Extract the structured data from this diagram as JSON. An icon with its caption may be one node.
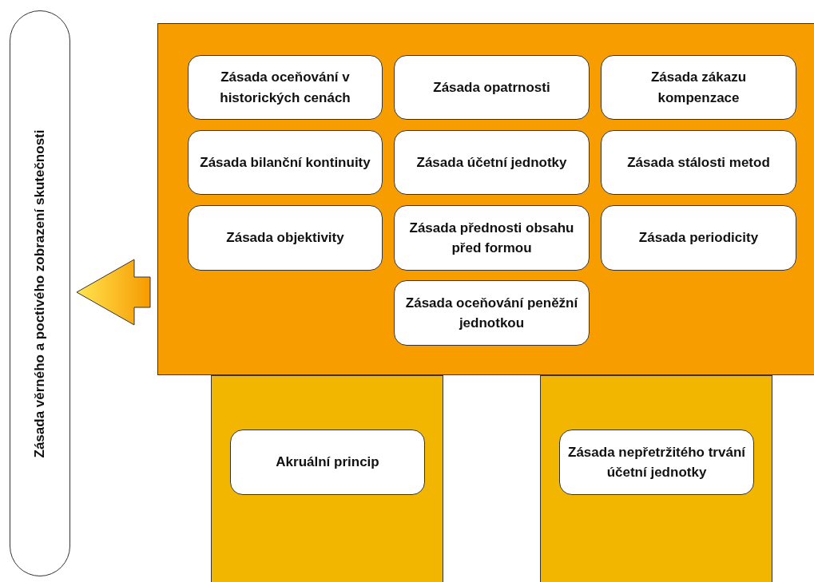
{
  "diagram": {
    "nodes": [
      {
        "text": [
          "Zásada věrného a poctivého zobrazení skutečnosti"
        ]
      },
      {
        "text": [],
        "shape": "box"
      },
      {
        "text": [
          "Zásada oceňování v historických cenách"
        ],
        "in": 1
      },
      {
        "text": [
          "Zásada opatrnosti"
        ],
        "in": 1
      },
      {
        "text": [
          "Zásada zákazu kompenzace"
        ],
        "in": 1
      },
      {
        "text": [
          "Zásada bilanční kontinuity"
        ],
        "in": 1
      },
      {
        "text": [
          "Zásada účetní jednotky"
        ],
        "in": 1
      },
      {
        "text": [
          "Zásada stálosti metod"
        ],
        "in": 1
      },
      {
        "text": [
          "Zásada objektivity"
        ],
        "in": 1
      },
      {
        "text": [
          "Zásada přednosti obsahu před formou"
        ],
        "in": 1
      },
      {
        "text": [
          "Zásada periodicity"
        ],
        "in": 1
      },
      {
        "text": [
          "Zásada oceňování peněžní jednotkou"
        ],
        "in": 1
      },
      {
        "text": [],
        "shape": "bar"
      },
      {
        "text": [
          "Akruální princip"
        ],
        "in": 12
      },
      {
        "text": [],
        "shape": "bar"
      },
      {
        "text": [
          "Zásada nepřetržitého trvání účetní jednotky"
        ],
        "in": 14
      }
    ],
    "edges": [
      {
        "from": 1,
        "to": 0,
        "arrow": "to",
        "style": "thick"
      }
    ]
  }
}
